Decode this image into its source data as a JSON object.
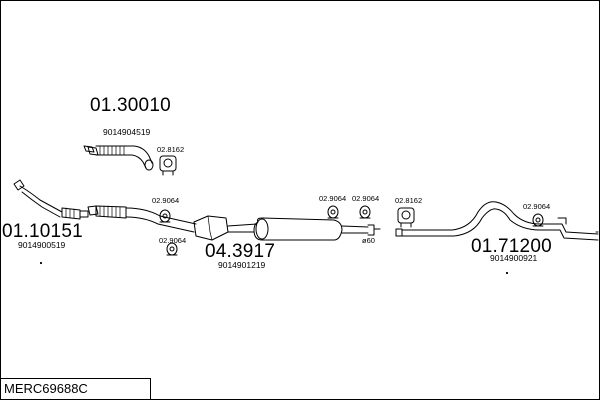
{
  "diagram": {
    "model_code": "MERC69688C",
    "parts": [
      {
        "part_no": "01.30010",
        "oem_no": "9014904519"
      },
      {
        "part_no": "01.10151",
        "oem_no": "9014900519"
      },
      {
        "part_no": "04.3917",
        "oem_no": "9014901219"
      },
      {
        "part_no": "01.71200",
        "oem_no": "9014900921"
      }
    ],
    "fittings": [
      "02.8162",
      "02.9064",
      "02.9064",
      "02.9064",
      "02.9064",
      "02.8162",
      "02.9064"
    ],
    "pipe_size": "ø60"
  }
}
